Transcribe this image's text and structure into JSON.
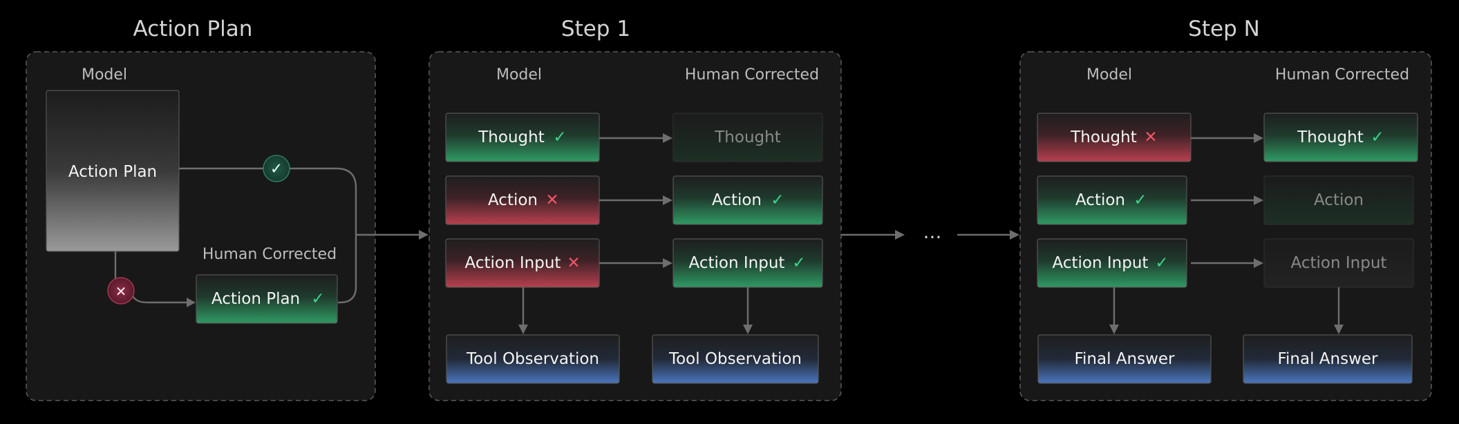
{
  "panels": {
    "action_plan": {
      "title": "Action Plan",
      "model_label": "Model",
      "human_label": "Human Corrected",
      "model_node": "Action Plan",
      "corrected_node": "Action Plan",
      "corrected_mark": "✓",
      "approve_badge": "✓",
      "reject_badge": "✕"
    },
    "step1": {
      "title": "Step 1",
      "model_label": "Model",
      "human_label": "Human Corrected",
      "model": {
        "thought": {
          "label": "Thought",
          "mark": "✓"
        },
        "action": {
          "label": "Action",
          "mark": "✕"
        },
        "action_input": {
          "label": "Action Input",
          "mark": "✕"
        },
        "observation": {
          "label": "Tool Observation"
        }
      },
      "human": {
        "thought": {
          "label": "Thought"
        },
        "action": {
          "label": "Action",
          "mark": "✓"
        },
        "action_input": {
          "label": "Action Input",
          "mark": "✓"
        },
        "observation": {
          "label": "Tool Observation"
        }
      }
    },
    "stepN": {
      "title": "Step N",
      "model_label": "Model",
      "human_label": "Human Corrected",
      "model": {
        "thought": {
          "label": "Thought",
          "mark": "✕"
        },
        "action": {
          "label": "Action",
          "mark": "✓"
        },
        "action_input": {
          "label": "Action Input",
          "mark": "✓"
        },
        "final": {
          "label": "Final Answer"
        }
      },
      "human": {
        "thought": {
          "label": "Thought",
          "mark": "✓"
        },
        "action": {
          "label": "Action"
        },
        "action_input": {
          "label": "Action Input"
        },
        "final": {
          "label": "Final Answer"
        }
      }
    }
  },
  "ellipsis": "...",
  "colors": {
    "correct": "#3fd68a",
    "incorrect": "#f0566a",
    "observation": "#5b8bd6",
    "neutral": "#b5b5b5",
    "background": "#000000",
    "panel": "#181818"
  }
}
